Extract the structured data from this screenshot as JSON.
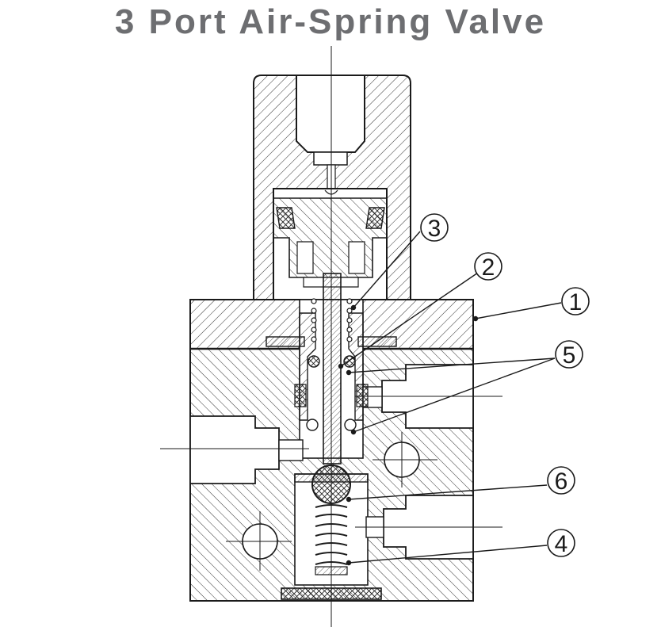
{
  "title": "3 Port Air-Spring Valve",
  "colors": {
    "title": "#6d6e71",
    "line": "#1a1a1a",
    "background": "#ffffff"
  },
  "callouts": [
    {
      "label": "1",
      "part": "valve-body"
    },
    {
      "label": "2",
      "part": "plunger-stem"
    },
    {
      "label": "3",
      "part": "upper-return-spring"
    },
    {
      "label": "4",
      "part": "lower-spring"
    },
    {
      "label": "5",
      "part": "o-ring-seals"
    },
    {
      "label": "6",
      "part": "ball-valve"
    }
  ]
}
